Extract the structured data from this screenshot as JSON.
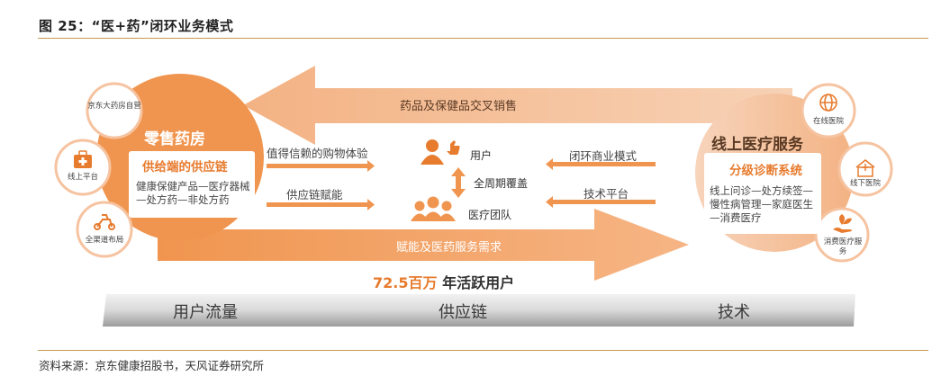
{
  "figure": {
    "title": "图 25：“医+药”闭环业务模式",
    "source": "资料来源：京东健康招股书，天风证券研究所"
  },
  "left": {
    "title": "零售药房",
    "box_title": "供给端的供应链",
    "box_text": "健康保健产品—医疗器械—处方药—非处方药",
    "satellites": [
      {
        "label": "京东大药房自营",
        "icon": "text-only"
      },
      {
        "label": "线上平台",
        "icon": "medical-kit-icon"
      },
      {
        "label": "全渠道布局",
        "icon": "scooter-icon"
      }
    ]
  },
  "right": {
    "title": "线上医疗服务",
    "box_title": "分级诊断系统",
    "box_text": "线上问诊—处方续签—慢性病管理—家庭医生—消费医疗",
    "satellites": [
      {
        "label": "在线医院",
        "icon": "globe-icon"
      },
      {
        "label": "线下医院",
        "icon": "hospital-icon"
      },
      {
        "label": "消费医疗服务",
        "icon": "hand-plant-icon"
      }
    ]
  },
  "arrows": {
    "top": "药品及保健品交叉销售",
    "bottom": "赋能及医药服务需求",
    "left_upper": "值得信赖的购物体验",
    "left_lower": "供应链赋能",
    "right_upper": "闭环商业模式",
    "right_lower": "技术平台"
  },
  "center": {
    "users": "用户",
    "full_cycle": "全周期覆盖",
    "medical_team": "医疗团队"
  },
  "active_users": {
    "number": "72.5百万",
    "text": "年活跃用户"
  },
  "bottom_bar": [
    "用户流量",
    "供应链",
    "技术"
  ],
  "colors": {
    "orange": "#f0954f",
    "light_orange": "#f6c3a0",
    "accent": "#e77b2e"
  }
}
